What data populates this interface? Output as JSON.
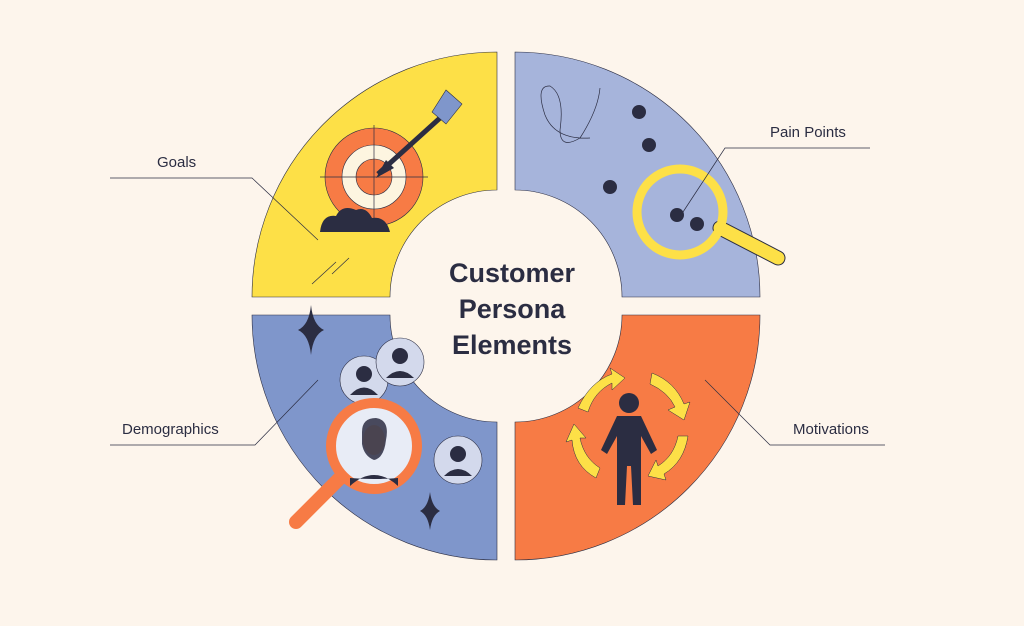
{
  "title": [
    "Customer",
    "Persona",
    "Elements"
  ],
  "segments": [
    {
      "label": "Goals",
      "color": "#fde047"
    },
    {
      "label": "Pain Points",
      "color": "#a6b4db"
    },
    {
      "label": "Demographics",
      "color": "#7f96cb"
    },
    {
      "label": "Motivations",
      "color": "#f77b45"
    }
  ],
  "colors": {
    "background": "#fdf5ec",
    "ink": "#2b2d42",
    "orange": "#f77b45",
    "yellow": "#fde047"
  }
}
